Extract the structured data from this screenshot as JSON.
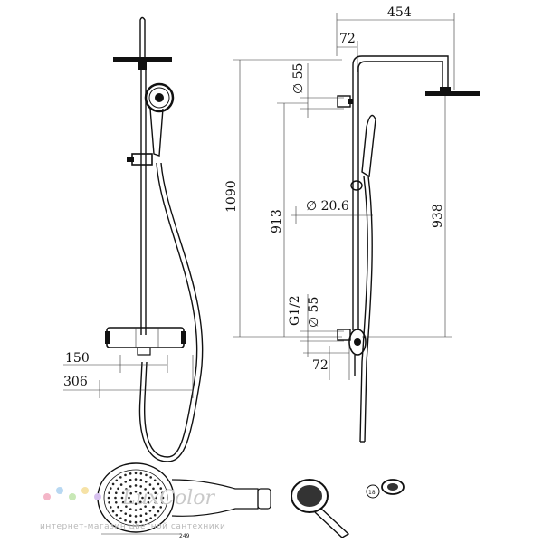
{
  "dimensions": {
    "overall_width": "454",
    "top_offset": "72",
    "top_diameter": "∅ 55",
    "overall_height": "1090",
    "bar_height": "913",
    "bar_diameter": "∅ 20.6",
    "head_height": "938",
    "thread": "G1/2",
    "bottom_diameter": "∅ 55",
    "bottom_offset": "72",
    "mixer_width": "150",
    "mixer_depth": "306",
    "handshower_length": "249",
    "part_number": "18"
  },
  "watermark": {
    "brand": "LuxColor",
    "caption": "интернет-магазин цветной сантехники"
  },
  "colors": {
    "line": "#111111",
    "watermark": "#c9c9c9"
  }
}
